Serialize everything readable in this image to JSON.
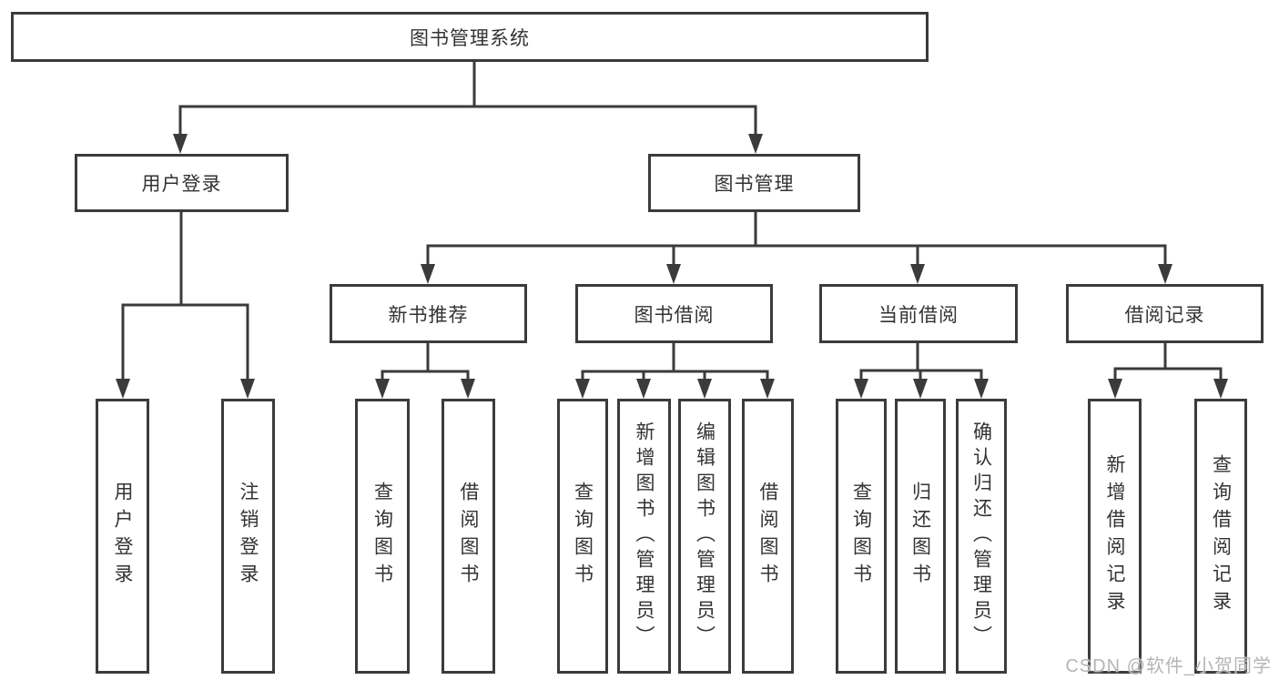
{
  "tree": {
    "root": {
      "label": "图书管理系统"
    },
    "children": [
      {
        "label": "用户登录",
        "children": [
          {
            "label": "用户登录"
          },
          {
            "label": "注销登录"
          }
        ]
      },
      {
        "label": "图书管理",
        "children": [
          {
            "label": "新书推荐",
            "children": [
              {
                "label": "查询图书"
              },
              {
                "label": "借阅图书"
              }
            ]
          },
          {
            "label": "图书借阅",
            "children": [
              {
                "label": "查询图书"
              },
              {
                "label": "新增图书（管理员）"
              },
              {
                "label": "编辑图书（管理员）"
              },
              {
                "label": "借阅图书"
              }
            ]
          },
          {
            "label": "当前借阅",
            "children": [
              {
                "label": "查询图书"
              },
              {
                "label": "归还图书"
              },
              {
                "label": "确认归还（管理员）"
              }
            ]
          },
          {
            "label": "借阅记录",
            "children": [
              {
                "label": "新增借阅记录"
              },
              {
                "label": "查询借阅记录"
              }
            ]
          }
        ]
      }
    ]
  },
  "watermark": {
    "text": "CSDN @软件_小贺同学"
  },
  "colors": {
    "line": "#3b3b3b",
    "text": "#333333",
    "watermark": "#b5b5b5",
    "background": "#ffffff"
  }
}
